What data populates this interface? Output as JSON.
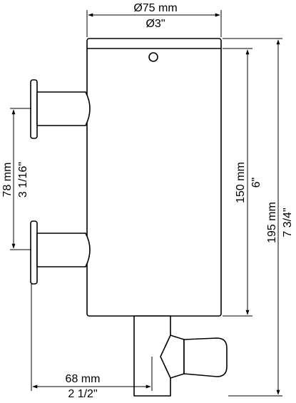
{
  "dimensions": {
    "diameter": {
      "metric": "Ø75 mm",
      "imperial": "Ø3\""
    },
    "inlet_spacing": {
      "metric": "78 mm",
      "imperial": "3 1/16\""
    },
    "body_height": {
      "metric": "150 mm",
      "imperial": "6\""
    },
    "total_height": {
      "metric": "195 mm",
      "imperial": "7 3/4\""
    },
    "projection": {
      "metric": "68 mm",
      "imperial": "2 1/2\""
    }
  }
}
